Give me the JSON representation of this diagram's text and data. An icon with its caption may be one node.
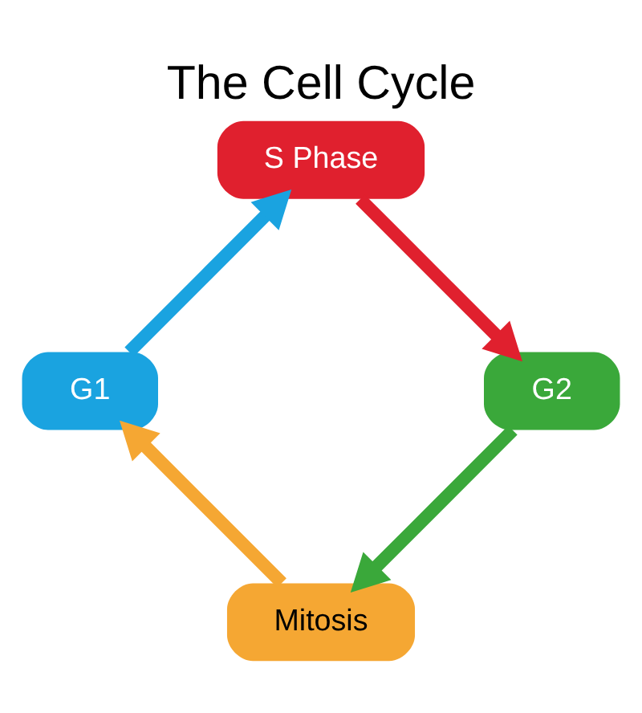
{
  "diagram": {
    "title": "The Cell Cycle",
    "nodes": [
      {
        "text": [
          "Mitosis"
        ]
      },
      {
        "text": [
          "G1"
        ]
      },
      {
        "text": [
          "S Phase"
        ]
      },
      {
        "text": [
          "G2"
        ]
      }
    ],
    "edges": [
      {
        "from": 0,
        "to": 1,
        "arrow": "to",
        "color": "#f5a733"
      },
      {
        "from": 1,
        "to": 2,
        "arrow": "to",
        "color": "#1aa3e0"
      },
      {
        "from": 2,
        "to": 3,
        "arrow": "to",
        "color": "#e0202e"
      },
      {
        "from": 3,
        "to": 0,
        "arrow": "to",
        "color": "#3aa83a"
      }
    ]
  }
}
